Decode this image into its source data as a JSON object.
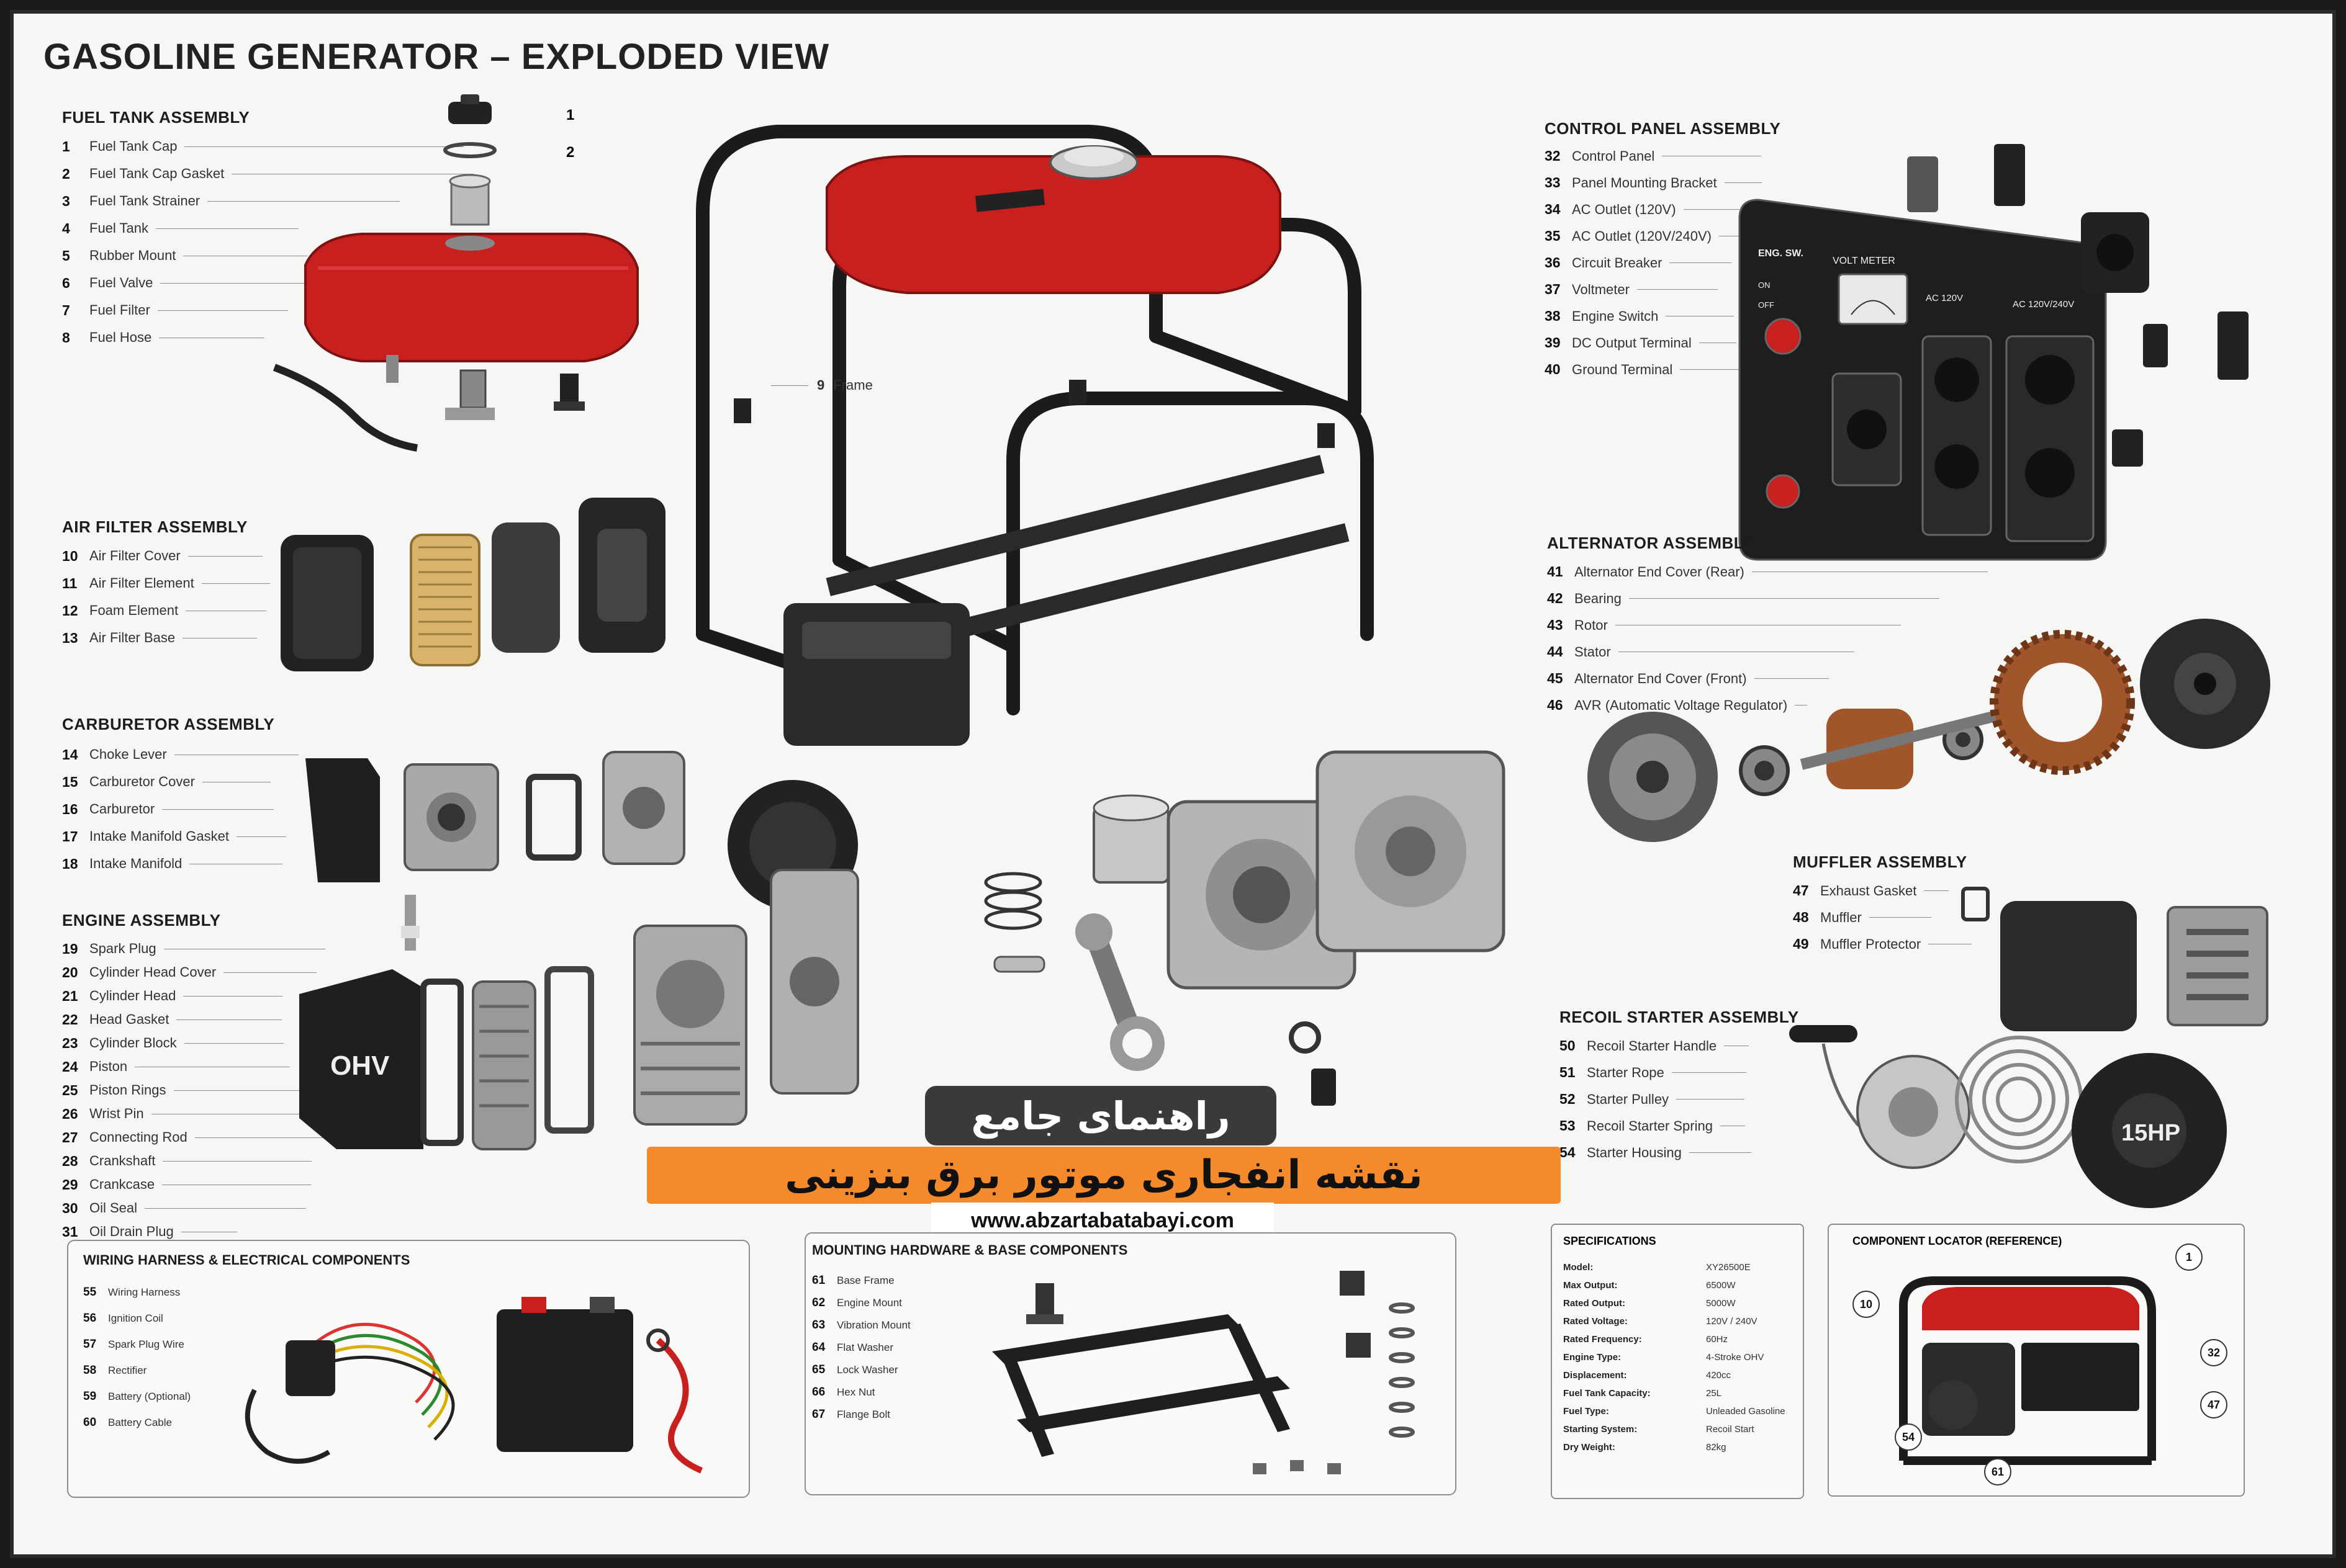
{
  "title": "GASOLINE GENERATOR – EXPLODED VIEW",
  "frame_label": {
    "num": "9",
    "label": "Frame"
  },
  "fuel_tank": {
    "heading": "FUEL TANK ASSEMBLY",
    "items": [
      {
        "num": "1",
        "label": "Fuel Tank Cap"
      },
      {
        "num": "2",
        "label": "Fuel Tank Cap Gasket"
      },
      {
        "num": "3",
        "label": "Fuel Tank Strainer"
      },
      {
        "num": "4",
        "label": "Fuel Tank"
      },
      {
        "num": "5",
        "label": "Rubber Mount"
      },
      {
        "num": "6",
        "label": "Fuel Valve"
      },
      {
        "num": "7",
        "label": "Fuel Filter"
      },
      {
        "num": "8",
        "label": "Fuel Hose"
      }
    ],
    "callouts": [
      "1",
      "2"
    ]
  },
  "air_filter": {
    "heading": "AIR FILTER ASSEMBLY",
    "items": [
      {
        "num": "10",
        "label": "Air Filter Cover"
      },
      {
        "num": "11",
        "label": "Air Filter Element"
      },
      {
        "num": "12",
        "label": "Foam Element"
      },
      {
        "num": "13",
        "label": "Air Filter Base"
      }
    ]
  },
  "carburetor": {
    "heading": "CARBURETOR ASSEMBLY",
    "items": [
      {
        "num": "14",
        "label": "Choke Lever"
      },
      {
        "num": "15",
        "label": "Carburetor Cover"
      },
      {
        "num": "16",
        "label": "Carburetor"
      },
      {
        "num": "17",
        "label": "Intake Manifold Gasket"
      },
      {
        "num": "18",
        "label": "Intake Manifold"
      }
    ]
  },
  "engine": {
    "heading": "ENGINE ASSEMBLY",
    "items": [
      {
        "num": "19",
        "label": "Spark Plug"
      },
      {
        "num": "20",
        "label": "Cylinder Head Cover"
      },
      {
        "num": "21",
        "label": "Cylinder Head"
      },
      {
        "num": "22",
        "label": "Head Gasket"
      },
      {
        "num": "23",
        "label": "Cylinder Block"
      },
      {
        "num": "24",
        "label": "Piston"
      },
      {
        "num": "25",
        "label": "Piston Rings"
      },
      {
        "num": "26",
        "label": "Wrist Pin"
      },
      {
        "num": "27",
        "label": "Connecting Rod"
      },
      {
        "num": "28",
        "label": "Crankshaft"
      },
      {
        "num": "29",
        "label": "Crankcase"
      },
      {
        "num": "30",
        "label": "Oil Seal"
      },
      {
        "num": "31",
        "label": "Oil Drain Plug"
      }
    ],
    "cover_text": "OHV"
  },
  "control_panel": {
    "heading": "CONTROL PANEL ASSEMBLY",
    "items": [
      {
        "num": "32",
        "label": "Control Panel"
      },
      {
        "num": "33",
        "label": "Panel Mounting Bracket"
      },
      {
        "num": "34",
        "label": "AC Outlet (120V)"
      },
      {
        "num": "35",
        "label": "AC Outlet (120V/240V)"
      },
      {
        "num": "36",
        "label": "Circuit Breaker"
      },
      {
        "num": "37",
        "label": "Voltmeter"
      },
      {
        "num": "38",
        "label": "Engine Switch"
      },
      {
        "num": "39",
        "label": "DC Output Terminal"
      },
      {
        "num": "40",
        "label": "Ground Terminal"
      }
    ],
    "panel_labels": {
      "eng_sw": "ENG. SW.",
      "on": "ON",
      "off": "OFF",
      "volt_meter": "VOLT METER",
      "ac120": "AC 120V",
      "ac240": "AC 120V/240V"
    }
  },
  "alternator": {
    "heading": "ALTERNATOR ASSEMBLY",
    "items": [
      {
        "num": "41",
        "label": "Alternator End Cover (Rear)"
      },
      {
        "num": "42",
        "label": "Bearing"
      },
      {
        "num": "43",
        "label": "Rotor"
      },
      {
        "num": "44",
        "label": "Stator"
      },
      {
        "num": "45",
        "label": "Alternator End Cover (Front)"
      },
      {
        "num": "46",
        "label": "AVR (Automatic Voltage Regulator)"
      }
    ]
  },
  "muffler": {
    "heading": "MUFFLER ASSEMBLY",
    "items": [
      {
        "num": "47",
        "label": "Exhaust Gasket"
      },
      {
        "num": "48",
        "label": "Muffler"
      },
      {
        "num": "49",
        "label": "Muffler Protector"
      }
    ]
  },
  "recoil": {
    "heading": "RECOIL STARTER ASSEMBLY",
    "items": [
      {
        "num": "50",
        "label": "Recoil Starter Handle"
      },
      {
        "num": "51",
        "label": "Starter Rope"
      },
      {
        "num": "52",
        "label": "Starter Pulley"
      },
      {
        "num": "53",
        "label": "Recoil Starter Spring"
      },
      {
        "num": "54",
        "label": "Starter Housing"
      }
    ],
    "housing_text": "15HP"
  },
  "wiring": {
    "heading": "WIRING HARNESS & ELECTRICAL COMPONENTS",
    "items": [
      {
        "num": "55",
        "label": "Wiring Harness"
      },
      {
        "num": "56",
        "label": "Ignition Coil"
      },
      {
        "num": "57",
        "label": "Spark Plug Wire"
      },
      {
        "num": "58",
        "label": "Rectifier"
      },
      {
        "num": "59",
        "label": "Battery (Optional)"
      },
      {
        "num": "60",
        "label": "Battery Cable"
      }
    ]
  },
  "mounting": {
    "heading": "MOUNTING HARDWARE & BASE COMPONENTS",
    "items": [
      {
        "num": "61",
        "label": "Base Frame"
      },
      {
        "num": "62",
        "label": "Engine Mount"
      },
      {
        "num": "63",
        "label": "Vibration Mount"
      },
      {
        "num": "64",
        "label": "Flat Washer"
      },
      {
        "num": "65",
        "label": "Lock Washer"
      },
      {
        "num": "66",
        "label": "Hex Nut"
      },
      {
        "num": "67",
        "label": "Flange Bolt"
      }
    ]
  },
  "specs": {
    "heading": "SPECIFICATIONS",
    "rows": [
      {
        "k": "Model:",
        "v": "XY26500E"
      },
      {
        "k": "Max Output:",
        "v": "6500W"
      },
      {
        "k": "Rated Output:",
        "v": "5000W"
      },
      {
        "k": "Rated Voltage:",
        "v": "120V / 240V"
      },
      {
        "k": "Rated Frequency:",
        "v": "60Hz"
      },
      {
        "k": "Engine Type:",
        "v": "4-Stroke OHV"
      },
      {
        "k": "Displacement:",
        "v": "420cc"
      },
      {
        "k": "Fuel Tank Capacity:",
        "v": "25L"
      },
      {
        "k": "Fuel Type:",
        "v": "Unleaded Gasoline"
      },
      {
        "k": "Starting System:",
        "v": "Recoil Start"
      },
      {
        "k": "Dry Weight:",
        "v": "82kg"
      }
    ]
  },
  "locator": {
    "heading": "COMPONENT LOCATOR (REFERENCE)",
    "callouts": [
      "1",
      "10",
      "32",
      "47",
      "54",
      "61"
    ]
  },
  "banner": {
    "top": "راهنمای جامع",
    "main": "نقشه انفجاری موتور برق بنزینی",
    "url": "www.abzartabatabayi.com"
  },
  "colors": {
    "tank_red": "#c8201f",
    "frame_black": "#1b1b1b",
    "banner_orange": "#f58a2d",
    "banner_dark": "#3a3a3a",
    "panel_black": "#1e1e1e",
    "stator_copper": "#a0552a"
  }
}
